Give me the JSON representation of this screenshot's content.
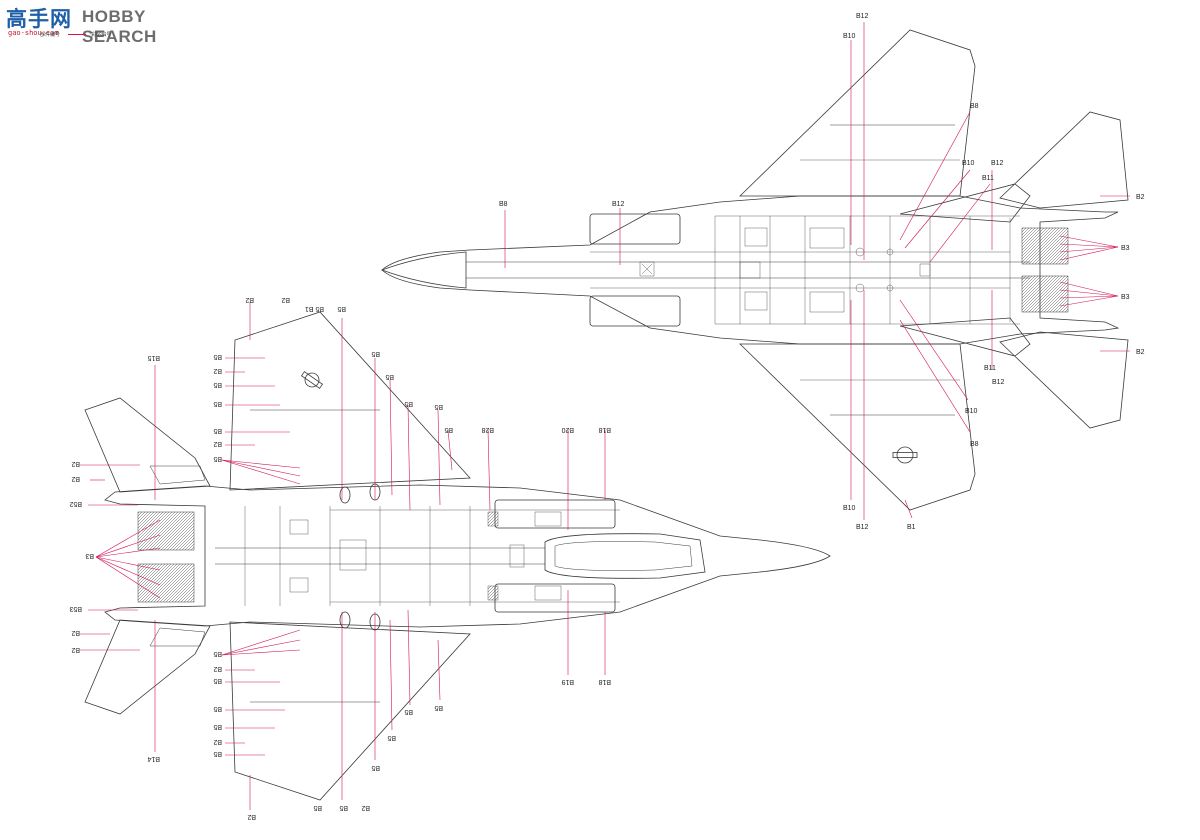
{
  "logo": {
    "cn": "高手网",
    "en": "HOBBY SEARCH",
    "url": "gao-shou.com",
    "legend_left": "部件编号",
    "legend_right": "彩貼編号"
  },
  "colors": {
    "line": "#3a3a3a",
    "callout": "#d2145a",
    "callout_light": "#e8a0b8"
  },
  "top_view_labels": {
    "b12_top": "B12",
    "b10_top": "B10",
    "b8_upper": "B8",
    "b10_mid": "B10",
    "b12_mid": "B12",
    "b11_mid": "B11",
    "b2_upper": "B2",
    "b3_upper": "B3",
    "b3_lower": "B3",
    "b2_lower": "B2",
    "b11_low": "B11",
    "b12_low": "B12",
    "b10_low": "B10",
    "b8_lower": "B8",
    "b10_bottom": "B10",
    "b12_bottom": "B12",
    "b1_bottom": "B1",
    "b8_nose": "B8",
    "b12_nose": "B12"
  },
  "bottom_view_labels": {
    "b2_a": "B2",
    "b2_b": "B2",
    "b5b1": "B5 B1",
    "b5_a": "B5",
    "b5_b": "B5",
    "b5_c": "B5",
    "b5_d": "B5",
    "b5_e": "B5",
    "b5_f": "B5",
    "b28": "B28",
    "b20": "B20",
    "b18_top": "B18",
    "b15": "B15",
    "b5_l1": "B5",
    "b2_l1": "B2",
    "b5_l2": "B5",
    "b5_l3": "B5",
    "b5_l4": "B5",
    "b2_l2": "B2",
    "b5_l5": "B5",
    "b2_tail1": "B2",
    "b2_tail2": "B2",
    "b52": "B52",
    "b3": "B3",
    "b53": "B53",
    "b2_tail3": "B2",
    "b2_tail4": "B2",
    "b5_l6": "B5",
    "b2_l3": "B2",
    "b5_l7": "B5",
    "b5_l8": "B5",
    "b5_l9": "B5",
    "b2_l4": "B2",
    "b5_l10": "B5",
    "b14": "B14",
    "b2_bot1": "B2",
    "b2_bot2": "B2",
    "b5_bot1": "B5",
    "b5_bot2": "B5",
    "b5_bot3": "B5",
    "b5_bot4": "B5",
    "b5_bot5": "B5",
    "b5_bot6": "B5",
    "b19": "B19",
    "b18_bot": "B18"
  }
}
